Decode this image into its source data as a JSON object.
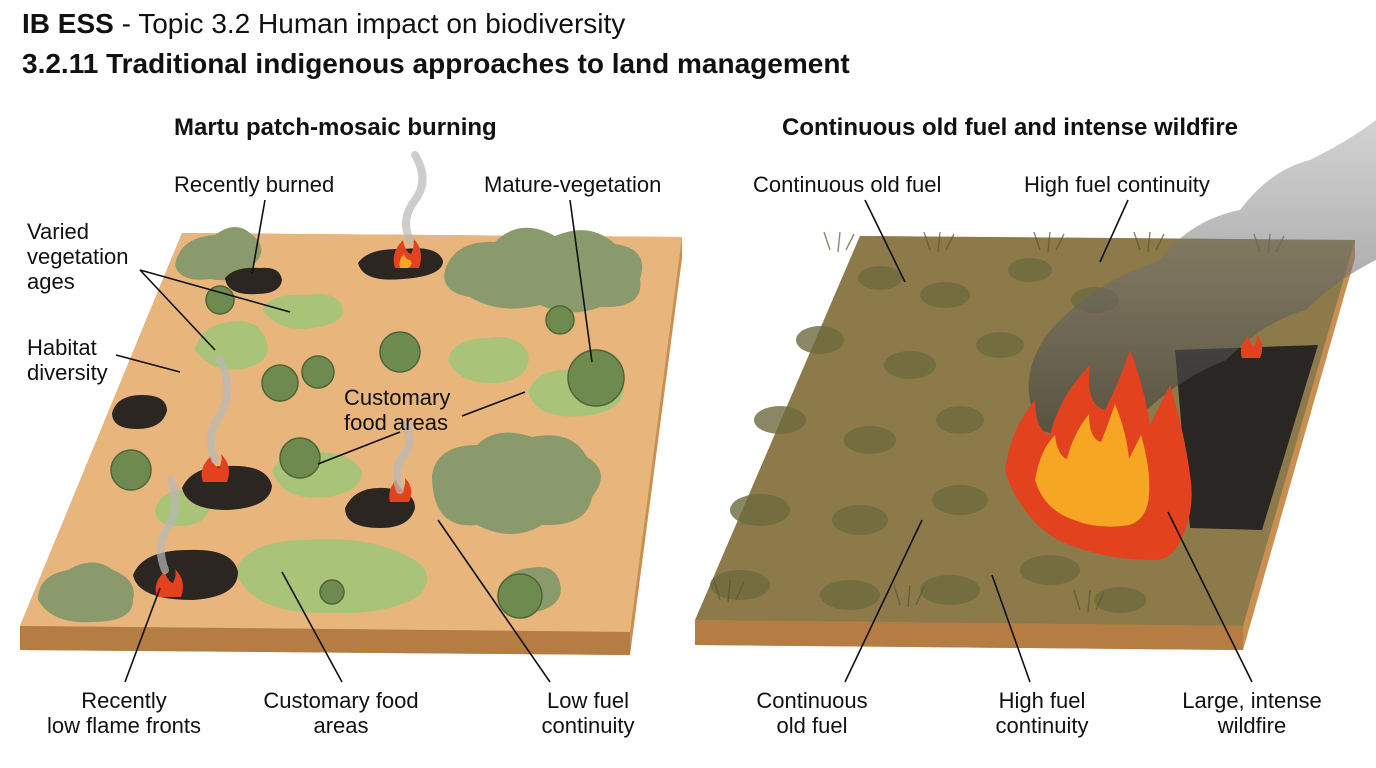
{
  "header": {
    "course": "IB ESS",
    "topic": " - Topic 3.2 Human impact on biodiversity",
    "subtopic": "3.2.11 Traditional indigenous approaches to land management"
  },
  "left_panel": {
    "title": "Martu patch-mosaic burning",
    "labels": {
      "recently_burned": "Recently burned",
      "mature_vegetation": "Mature-vegetation",
      "varied_line1": "Varied",
      "varied_line2": "vegetation",
      "varied_line3": "ages",
      "habitat_line1": "Habitat",
      "habitat_line2": "diversity",
      "customary_mid_line1": "Customary",
      "customary_mid_line2": "food areas",
      "recent_fronts_line1": "Recently",
      "recent_fronts_line2": "low flame fronts",
      "customary_bottom_line1": "Customary food",
      "customary_bottom_line2": "areas",
      "low_fuel_line1": "Low fuel",
      "low_fuel_line2": "continuity"
    }
  },
  "right_panel": {
    "title": "Continuous old fuel and intense wildfire",
    "labels": {
      "continuous_top": "Continuous old fuel",
      "high_top": "High fuel continuity",
      "continuous_bottom_line1": "Continuous",
      "continuous_bottom_line2": "old fuel",
      "high_bottom_line1": "High fuel",
      "high_bottom_line2": "continuity",
      "wildfire_line1": "Large, intense",
      "wildfire_line2": "wildfire"
    }
  },
  "colors": {
    "soil": "#e8b67c",
    "soil_edge": "#c98f52",
    "burned": "#2b2622",
    "young_veg": "#a9c479",
    "mature_veg": "#8a9a6c",
    "dry_grass": "#8c7a4a",
    "flame_outer": "#e2431e",
    "flame_inner": "#f7a623",
    "smoke": "#7a7a7a"
  }
}
